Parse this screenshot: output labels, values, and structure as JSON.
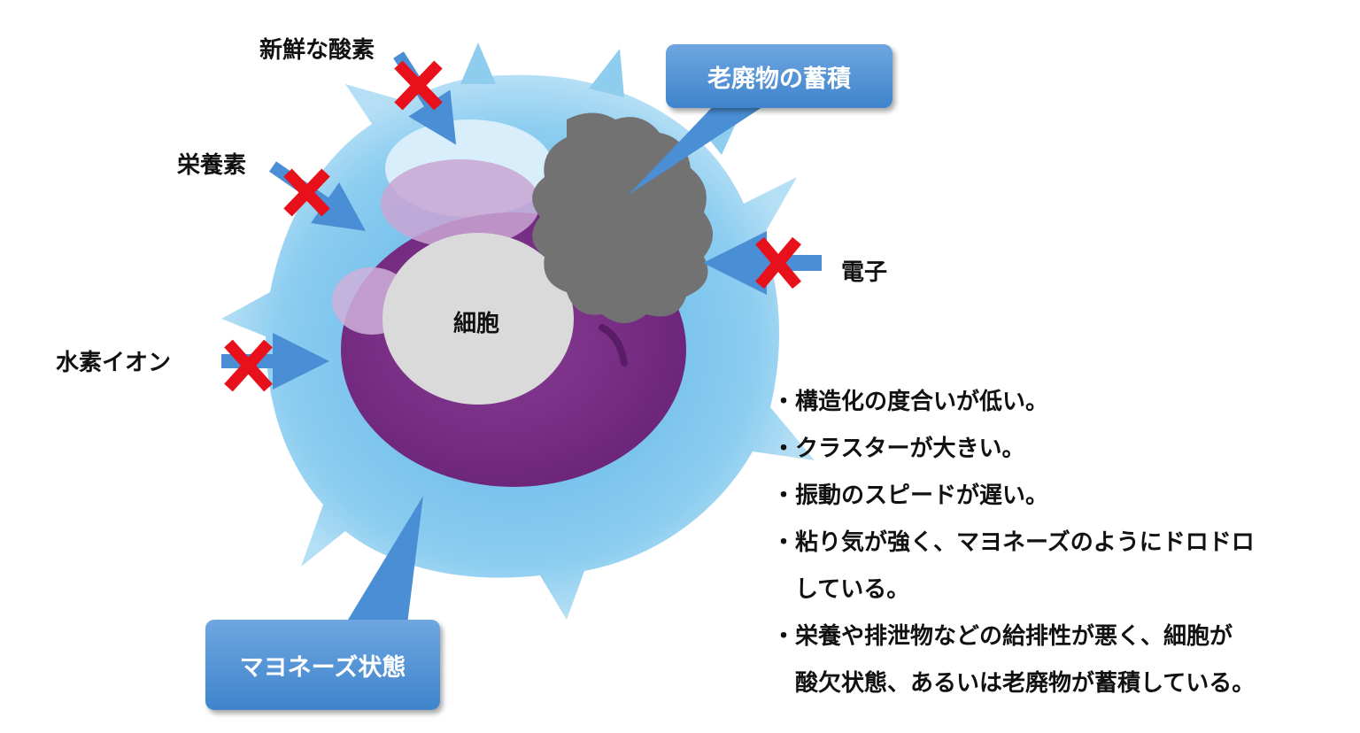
{
  "labels": {
    "oxygen": "新鮮な酸素",
    "nutrients": "栄養素",
    "hydrogen_ions": "水素イオン",
    "electrons": "電子",
    "cell": "細胞"
  },
  "callouts": {
    "waste": "老廃物の蓄積",
    "mayonnaise": "マヨネーズ状態"
  },
  "bullets": [
    {
      "marker": "・",
      "lines": [
        "構造化の度合いが低い。"
      ]
    },
    {
      "marker": "・",
      "lines": [
        "クラスターが大きい。"
      ]
    },
    {
      "marker": "・",
      "lines": [
        "振動のスピードが遅い。"
      ]
    },
    {
      "marker": "・",
      "lines": [
        "粘り気が強く、マヨネーズのようにドロドロ",
        "している。"
      ]
    },
    {
      "marker": "・",
      "lines": [
        "栄養や排泄物などの給排性が悪く、細胞が",
        "酸欠状態、あるいは老廃物が蓄積している。"
      ]
    }
  ],
  "colors": {
    "arrow": "#4a8fd6",
    "cross": "#e8101a",
    "outer_cell": "#8fcdef",
    "cytoplasm": "#7a2f86",
    "nucleus": "#dcdcdc",
    "waste": "#727272"
  }
}
